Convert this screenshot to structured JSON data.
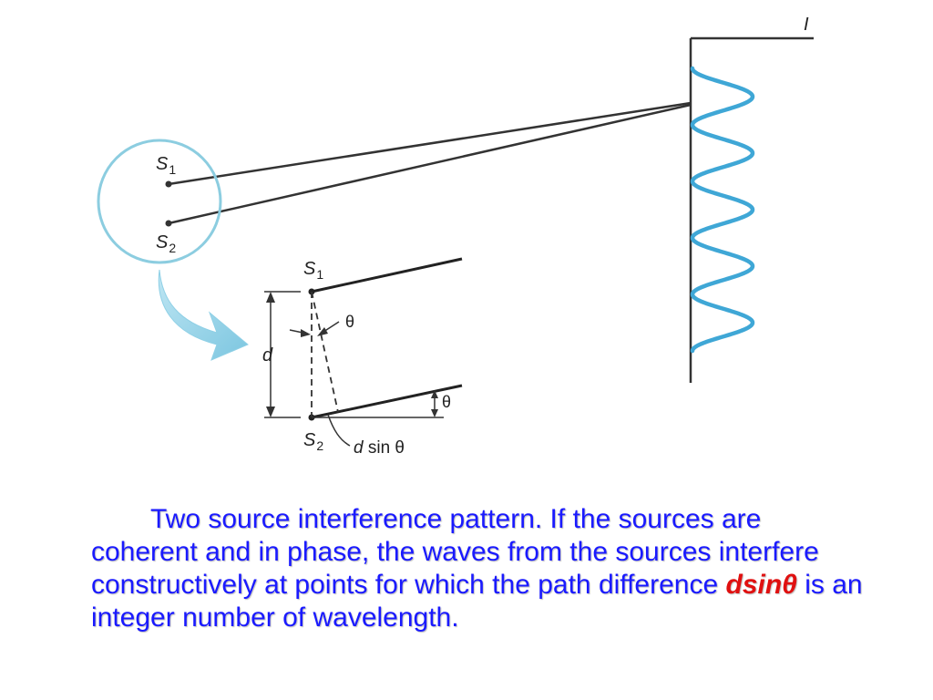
{
  "diagram": {
    "screen_label": "I",
    "top_source1_label": "S",
    "top_source1_sub": "1",
    "top_source2_label": "S",
    "top_source2_sub": "2",
    "inset_source1_label": "S",
    "inset_source1_sub": "1",
    "inset_source2_label": "S",
    "inset_source2_sub": "2",
    "separation_label": "d",
    "angle_label": "θ",
    "angle_label_2": "θ",
    "path_diff_d": "d",
    "path_diff_rest": " sin θ",
    "wave_color": "#3fa7d6",
    "circle_color": "#8ccde0",
    "arrow_color": "#8fd0e6"
  },
  "caption": {
    "part1": "Two source interference pattern. If the sources are coherent and in phase, the waves from the sources interfere constructively at points for which the path difference ",
    "emphasis": "dsinθ",
    "part2": " is an integer number of wavelength.",
    "text_color": "#1a1aff",
    "emphasis_color": "#e01010"
  }
}
